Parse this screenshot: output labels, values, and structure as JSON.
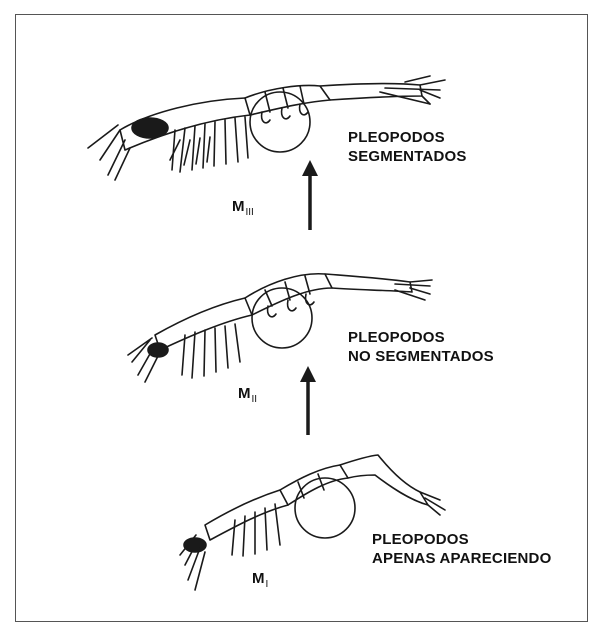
{
  "stages": [
    {
      "letter": "M",
      "sub": "III",
      "label_lines": [
        "PLEOPODOS",
        "SEGMENTADOS"
      ],
      "icon": "shrimp-larva-mysis-3"
    },
    {
      "letter": "M",
      "sub": "II",
      "label_lines": [
        "PLEOPODOS",
        "NO SEGMENTADOS"
      ],
      "icon": "shrimp-larva-mysis-2"
    },
    {
      "letter": "M",
      "sub": "I",
      "label_lines": [
        "PLEOPODOS",
        "APENAS APARECIENDO"
      ],
      "icon": "shrimp-larva-mysis-1"
    }
  ],
  "colors": {
    "ink": "#1a1a1a",
    "frame": "#555555",
    "background": "#ffffff"
  }
}
